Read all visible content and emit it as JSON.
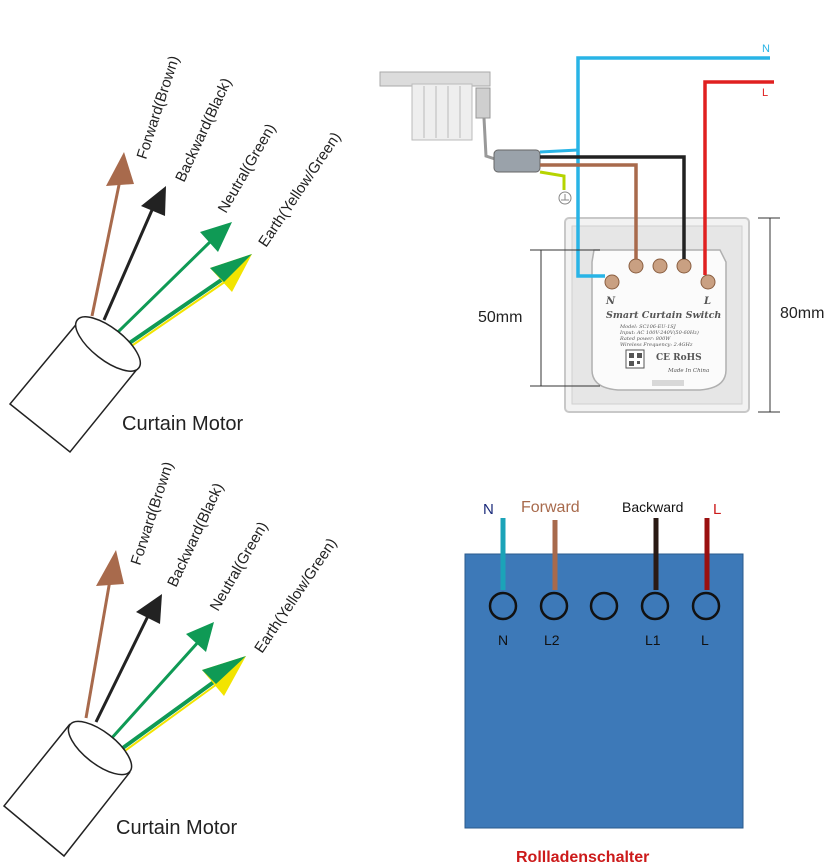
{
  "colors": {
    "forward": "#a86a4c",
    "backward": "#222222",
    "neutral": "#0f9a55",
    "earth_green": "#0f9a55",
    "earth_yellow": "#f2e400",
    "live_red": "#e02020",
    "neutral_blue": "#28b4e6",
    "switch_panel": "#3d79b8",
    "title_red": "#cc1a1a"
  },
  "top_motor": {
    "labels": {
      "forward": "Forward(Brown)",
      "backward": "Backward(Black)",
      "neutral": "Neutral(Green)",
      "earth": "Earth(Yellow/Green)"
    },
    "title": "Curtain Motor"
  },
  "bottom_motor": {
    "labels": {
      "forward": "Forward(Brown)",
      "backward": "Backward(Black)",
      "neutral": "Neutral(Green)",
      "earth": "Earth(Yellow/Green)"
    },
    "title": "Curtain Motor"
  },
  "top_switch": {
    "wire_n": "N",
    "wire_l": "L",
    "device_n": "N",
    "device_l": "L",
    "device_name": "Smart Curtain Switch",
    "device_lines": [
      "Model: SC106-EU-1SJ",
      "Input: AC 100V-240V(50-60Hz)",
      "Rated power: 800W",
      "Wireless Frequency: 2.4GHz"
    ],
    "certs": "CE RoHS",
    "made_in": "Made In China",
    "dim_inner": "50mm",
    "dim_outer": "80mm"
  },
  "bottom_switch": {
    "wire_labels": {
      "n": "N",
      "forward": "Forward",
      "backward": "Backward",
      "l": "L"
    },
    "terminals": [
      "N",
      "L2",
      "",
      "L1",
      "L"
    ],
    "caption": "Rollladenschalter"
  }
}
